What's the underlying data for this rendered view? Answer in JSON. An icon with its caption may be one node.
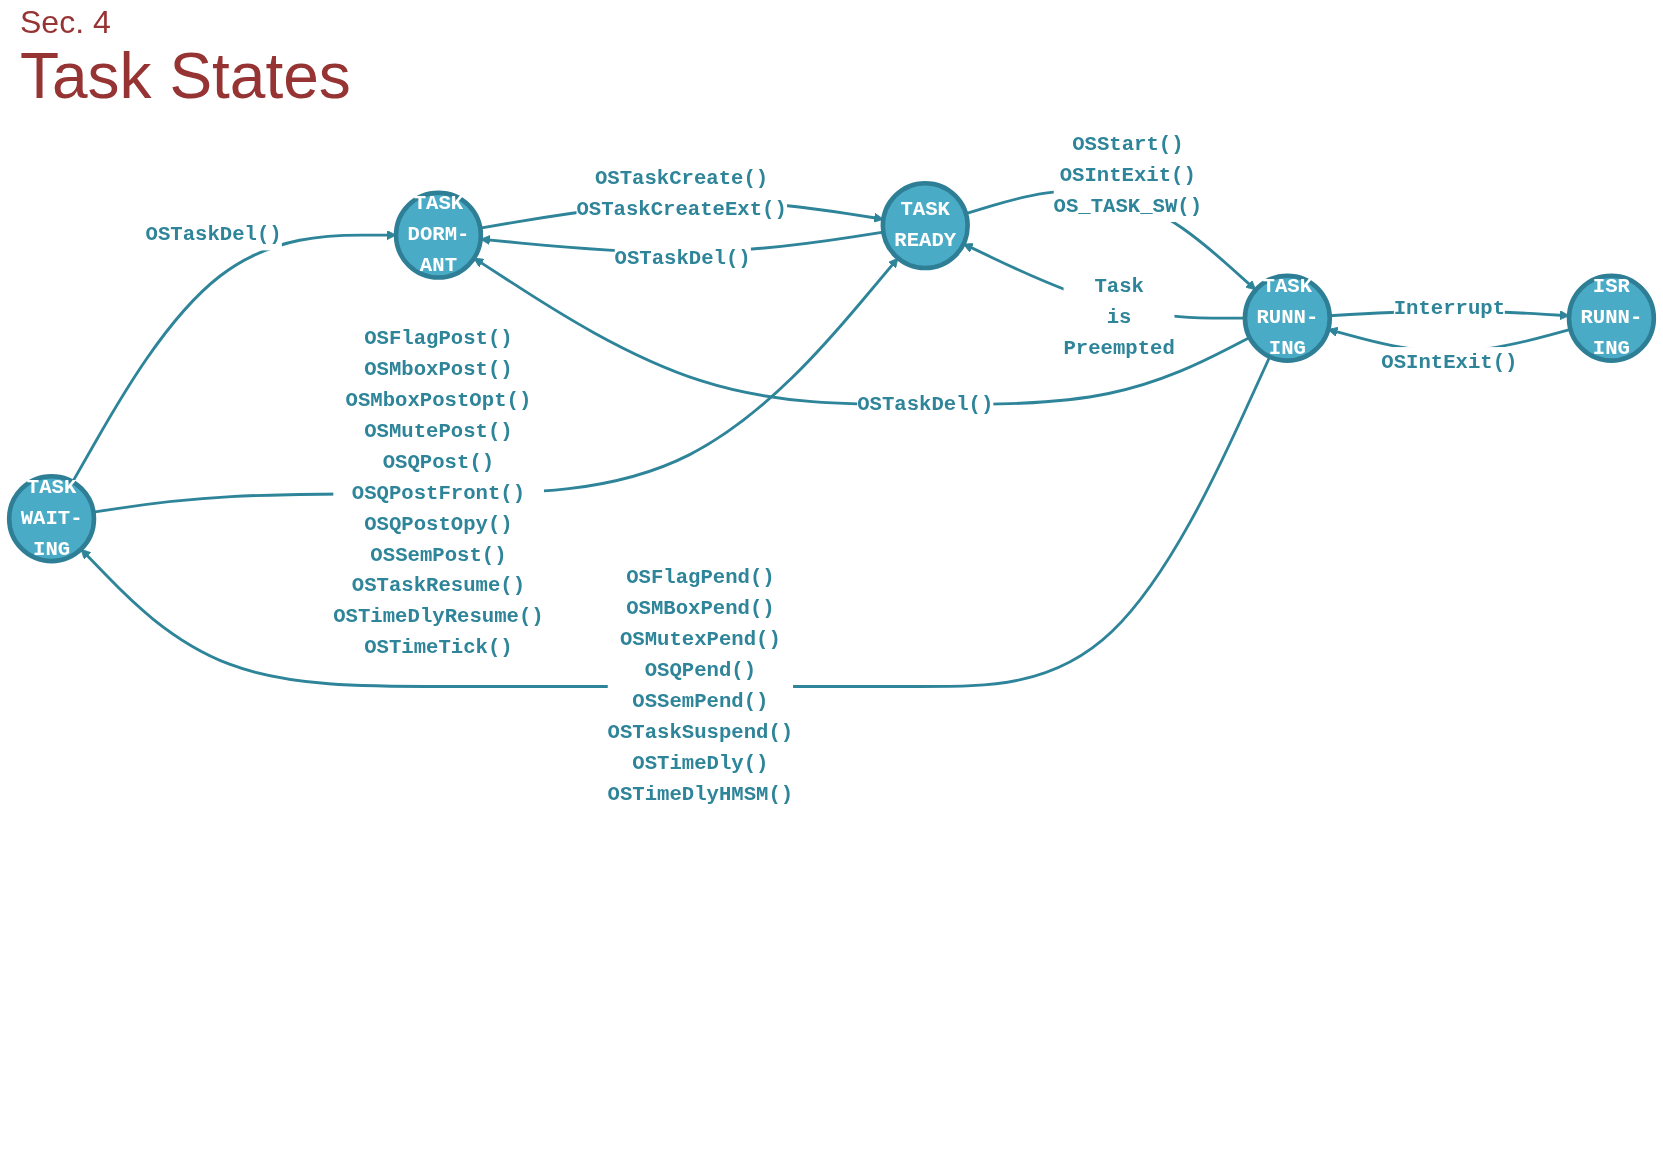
{
  "diagram": {
    "title": "Task States",
    "nodes": [
      {
        "text": [
          "TASK WAIT- ING"
        ]
      },
      {
        "text": [
          "TASK DORM- ANT"
        ]
      },
      {
        "text": [
          "TASK READY"
        ]
      },
      {
        "text": [
          "TASK RUNN- ING"
        ]
      },
      {
        "text": [
          "ISR RUNN- ING"
        ]
      }
    ],
    "edges": [
      {
        "from": 0,
        "to": 1,
        "arrow": "to",
        "label": "OSTaskDel()"
      },
      {
        "from": 0,
        "to": 2,
        "arrow": "to",
        "label": "OSFlagPost() OSMboxPost() OSMboxPostOpt() OSMutePost() OSQPost() OSQPostFront() OSQPostOpy() OSSemPost() OSTaskResume() OSTimeDlyResume() OSTimeTick()"
      },
      {
        "from": 3,
        "to": 0,
        "arrow": "to",
        "label": "OSFlagPend() OSMBoxPend() OSMutexPend() OSQPend() OSSemPend() OSTaskSuspend() OSTimeDly() OSTimeDlyHMSM()"
      },
      {
        "from": 1,
        "to": 2,
        "arrow": "to",
        "label": "OSTaskCreate() OSTaskCreateExt()"
      },
      {
        "from": 2,
        "to": 1,
        "arrow": "to",
        "label": "OSTaskDel()"
      },
      {
        "from": 2,
        "to": 3,
        "arrow": "to",
        "label": "OSStart() OSIntExit() OS_TASK_SW()"
      },
      {
        "from": 3,
        "to": 2,
        "arrow": "to",
        "label": "Task is Preempted"
      },
      {
        "from": 3,
        "to": 4,
        "arrow": "to",
        "label": "Interrupt"
      },
      {
        "from": 4,
        "to": 3,
        "arrow": "to",
        "label": "OSIntExit()"
      },
      {
        "from": 3,
        "to": 1,
        "arrow": "to",
        "label": "OSTaskDel()"
      }
    ],
    "labels": [
      "Sec. 4"
    ]
  }
}
